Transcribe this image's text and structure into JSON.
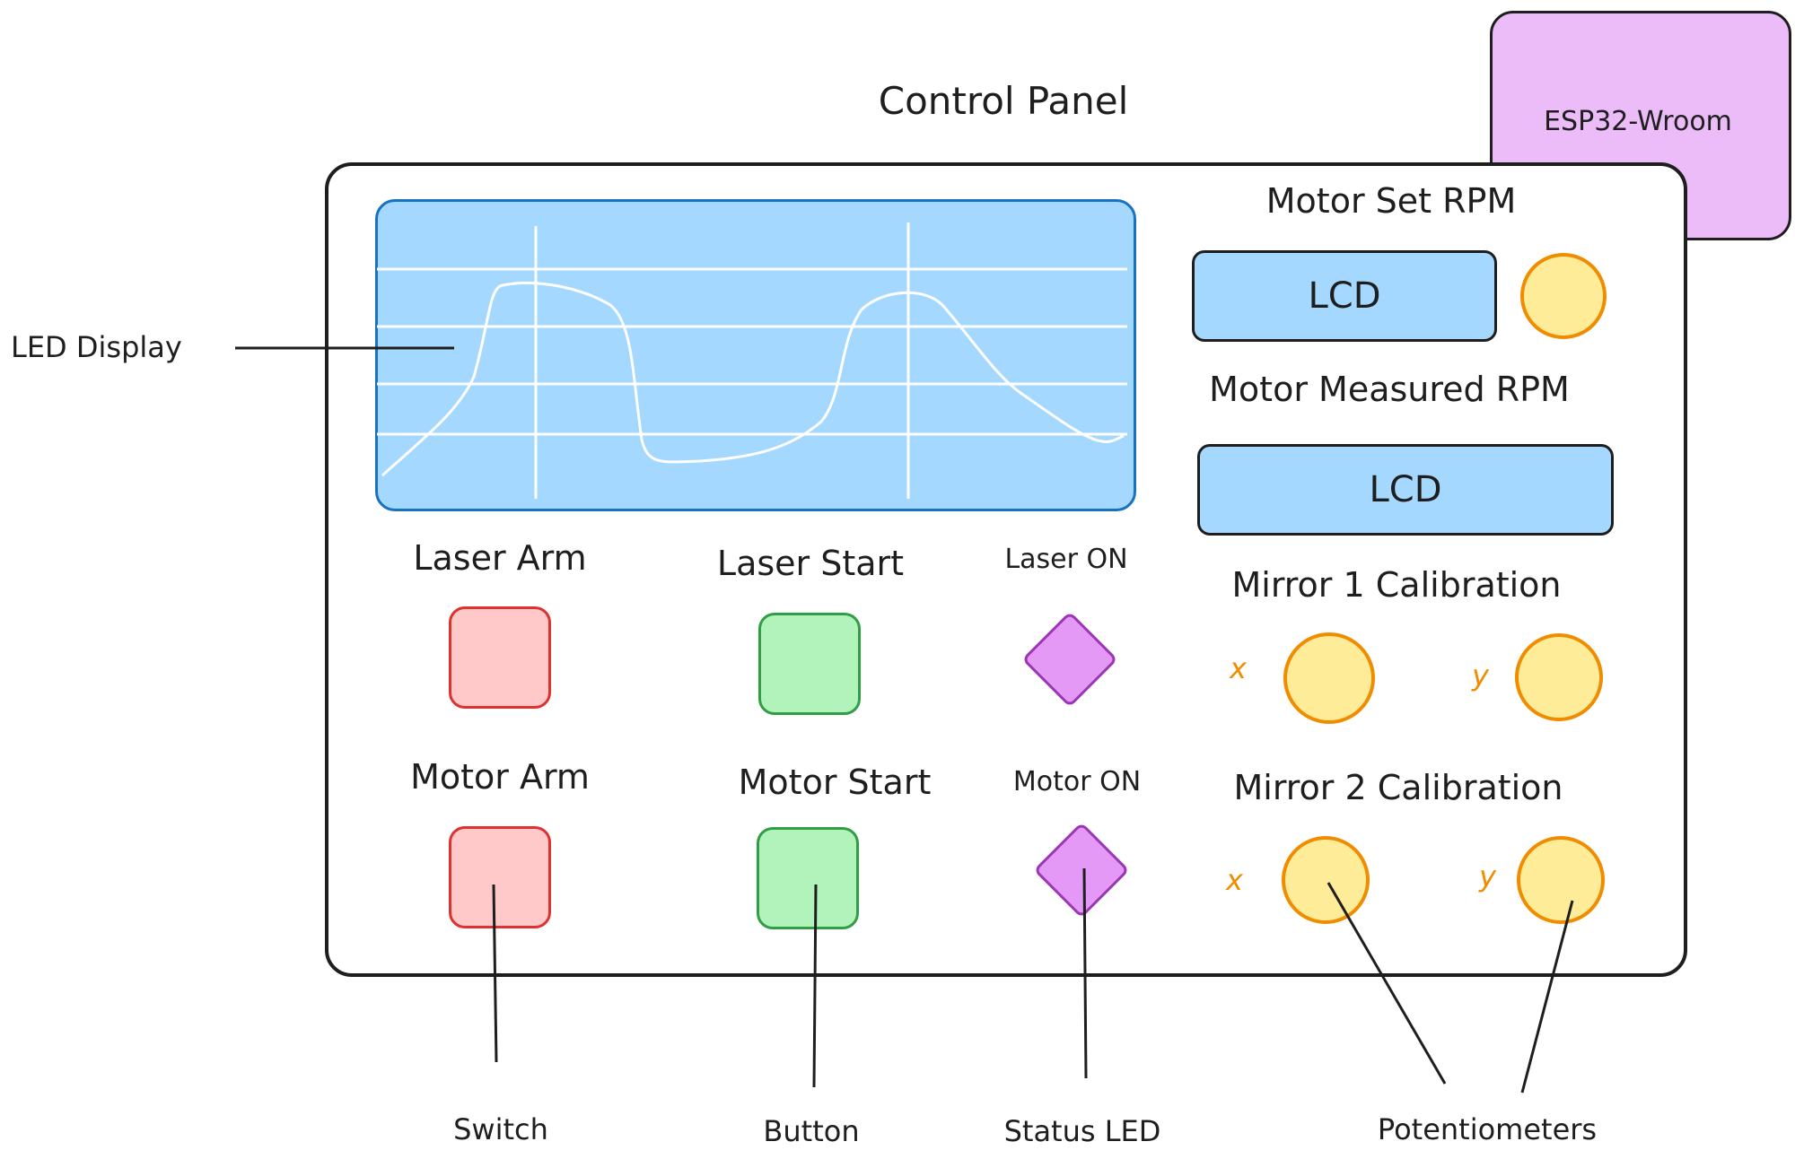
{
  "title": "Control Panel",
  "esp_label": "ESP32-Wroom",
  "left_callout": "LED Display",
  "motor_set_rpm": {
    "title": "Motor Set RPM",
    "lcd": "LCD"
  },
  "motor_measured_rpm": {
    "title": "Motor Measured RPM",
    "lcd": "LCD"
  },
  "laser_arm": "Laser Arm",
  "laser_start": "Laser Start",
  "laser_on": "Laser ON",
  "motor_arm": "Motor Arm",
  "motor_start": "Motor Start",
  "motor_on": "Motor ON",
  "mirror1": {
    "title": "Mirror 1 Calibration",
    "x": "x",
    "y": "y"
  },
  "mirror2": {
    "title": "Mirror 2 Calibration",
    "x": "x",
    "y": "y"
  },
  "callouts": {
    "switch": "Switch",
    "button": "Button",
    "status_led": "Status LED",
    "potentiometers": "Potentiometers"
  },
  "colors": {
    "display_fill": "#a5d8ff",
    "knob_fill": "#ffec99",
    "knob_stroke": "#f08c00",
    "switch_fill": "#ffc9c9",
    "button_fill": "#b2f2bb",
    "led_fill": "#e599f7",
    "esp_fill": "#ebbcf8"
  }
}
